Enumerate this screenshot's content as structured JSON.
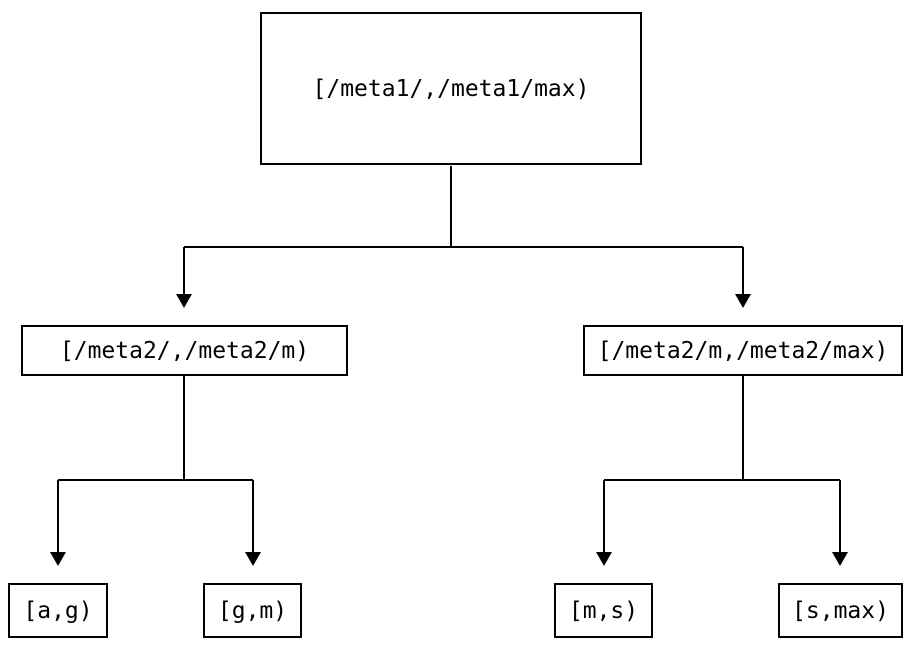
{
  "diagram": {
    "type": "range-partition-tree",
    "colors": {
      "background": "#ffffff",
      "line": "#000000",
      "text": "#000000"
    },
    "nodes": {
      "root": {
        "label": "[/meta1/,/meta1/max)"
      },
      "meta2_left": {
        "label": "[/meta2/,/meta2/m)"
      },
      "meta2_right": {
        "label": "[/meta2/m,/meta2/max)"
      },
      "leaf_a_g": {
        "label": "[a,g)"
      },
      "leaf_g_m": {
        "label": "[g,m)"
      },
      "leaf_m_s": {
        "label": "[m,s)"
      },
      "leaf_s_max": {
        "label": "[s,max)"
      }
    },
    "edges": [
      {
        "from": "root",
        "to": "meta2_left"
      },
      {
        "from": "root",
        "to": "meta2_right"
      },
      {
        "from": "meta2_left",
        "to": "leaf_a_g"
      },
      {
        "from": "meta2_left",
        "to": "leaf_g_m"
      },
      {
        "from": "meta2_right",
        "to": "leaf_m_s"
      },
      {
        "from": "meta2_right",
        "to": "leaf_s_max"
      }
    ]
  }
}
